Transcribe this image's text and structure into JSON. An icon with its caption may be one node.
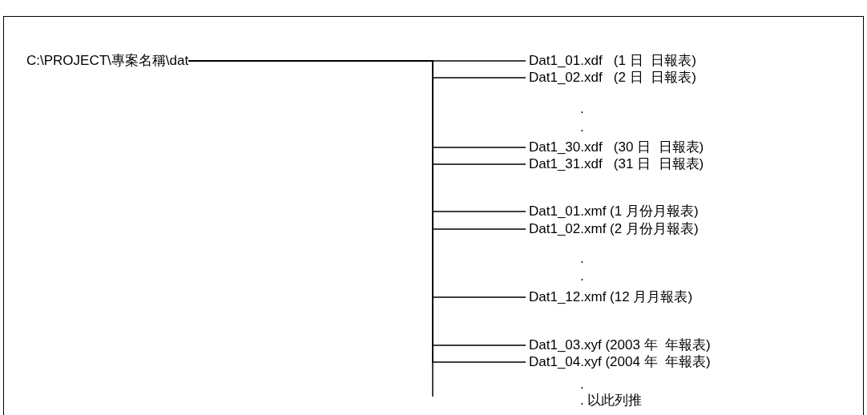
{
  "diagram": {
    "nodes": [
      {
        "text": [
          "C:\\PROJECT\\專案名稱\\dat"
        ]
      },
      {
        "text": [
          "Dat1_01.xdf   (1 日  日報表)"
        ]
      },
      {
        "text": [
          "Dat1_02.xdf   (2 日  日報表)"
        ]
      },
      {
        "text": [
          "Dat1_30.xdf   (30 日  日報表)"
        ]
      },
      {
        "text": [
          "Dat1_31.xdf   (31 日  日報表)"
        ]
      },
      {
        "text": [
          "Dat1_01.xmf (1 月份月報表)"
        ]
      },
      {
        "text": [
          "Dat1_02.xmf (2 月份月報表)"
        ]
      },
      {
        "text": [
          "Dat1_12.xmf (12 月月報表)"
        ]
      },
      {
        "text": [
          "Dat1_03.xyf (2003 年  年報表)"
        ]
      },
      {
        "text": [
          "Dat1_04.xyf (2004 年  年報表)"
        ]
      }
    ],
    "edges": [
      {
        "from": 0,
        "to": 1,
        "arrow": "none"
      },
      {
        "from": 0,
        "to": 2,
        "arrow": "none"
      },
      {
        "from": 0,
        "to": 3,
        "arrow": "none"
      },
      {
        "from": 0,
        "to": 4,
        "arrow": "none"
      },
      {
        "from": 0,
        "to": 5,
        "arrow": "none"
      },
      {
        "from": 0,
        "to": 6,
        "arrow": "none"
      },
      {
        "from": 0,
        "to": 7,
        "arrow": "none"
      },
      {
        "from": 0,
        "to": 8,
        "arrow": "none"
      },
      {
        "from": 0,
        "to": 9,
        "arrow": "none"
      }
    ],
    "labels": [
      ".",
      ".",
      ".",
      ".",
      ".",
      ". 以此列推"
    ]
  }
}
